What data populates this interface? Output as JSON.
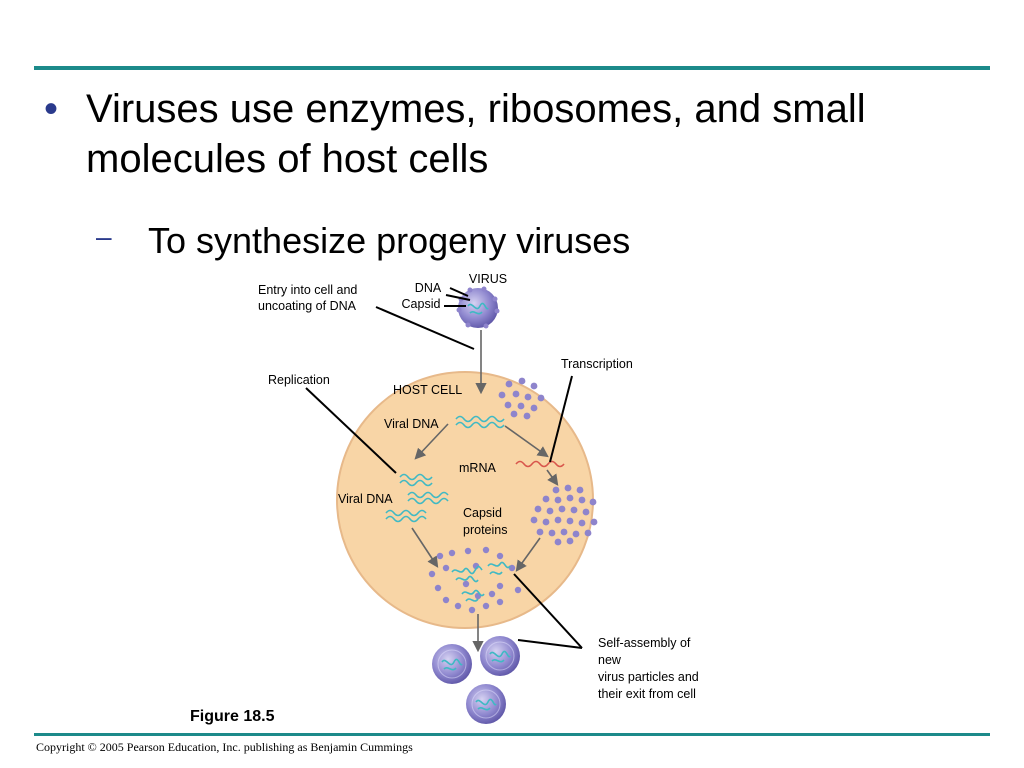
{
  "slide": {
    "bullet": "Viruses use enzymes, ribosomes, and small molecules of host cells",
    "subbullet": "To synthesize progeny viruses",
    "figure_caption": "Figure 18.5",
    "copyright": "Copyright © 2005 Pearson Education, Inc. publishing as Benjamin Cummings"
  },
  "diagram": {
    "virus": "VIRUS",
    "dna": "DNA",
    "capsid": "Capsid",
    "entry_line1": "Entry into cell and",
    "entry_line2": "uncoating of DNA",
    "transcription": "Transcription",
    "replication": "Replication",
    "host_cell": "HOST CELL",
    "viral_dna_1": "Viral DNA",
    "viral_dna_2": "Viral DNA",
    "mrna": "mRNA",
    "capsid_proteins_line1": "Capsid",
    "capsid_proteins_line2": "proteins",
    "self_assembly_line1": "Self-assembly of",
    "self_assembly_line2": "new",
    "self_assembly_line3": "virus particles and",
    "self_assembly_line4": "their exit from cell"
  },
  "colors": {
    "rule": "#1c8a8a",
    "bullet": "#2a3a8c",
    "cell_fill": "#f8d5a6",
    "dna": "#3fb9c4",
    "mrna": "#d8564c",
    "protein": "#8e84cc",
    "virion": "#7f78c4"
  },
  "icons": [
    "bullet-dot-icon",
    "dash-icon",
    "virus-particle-icon"
  ]
}
